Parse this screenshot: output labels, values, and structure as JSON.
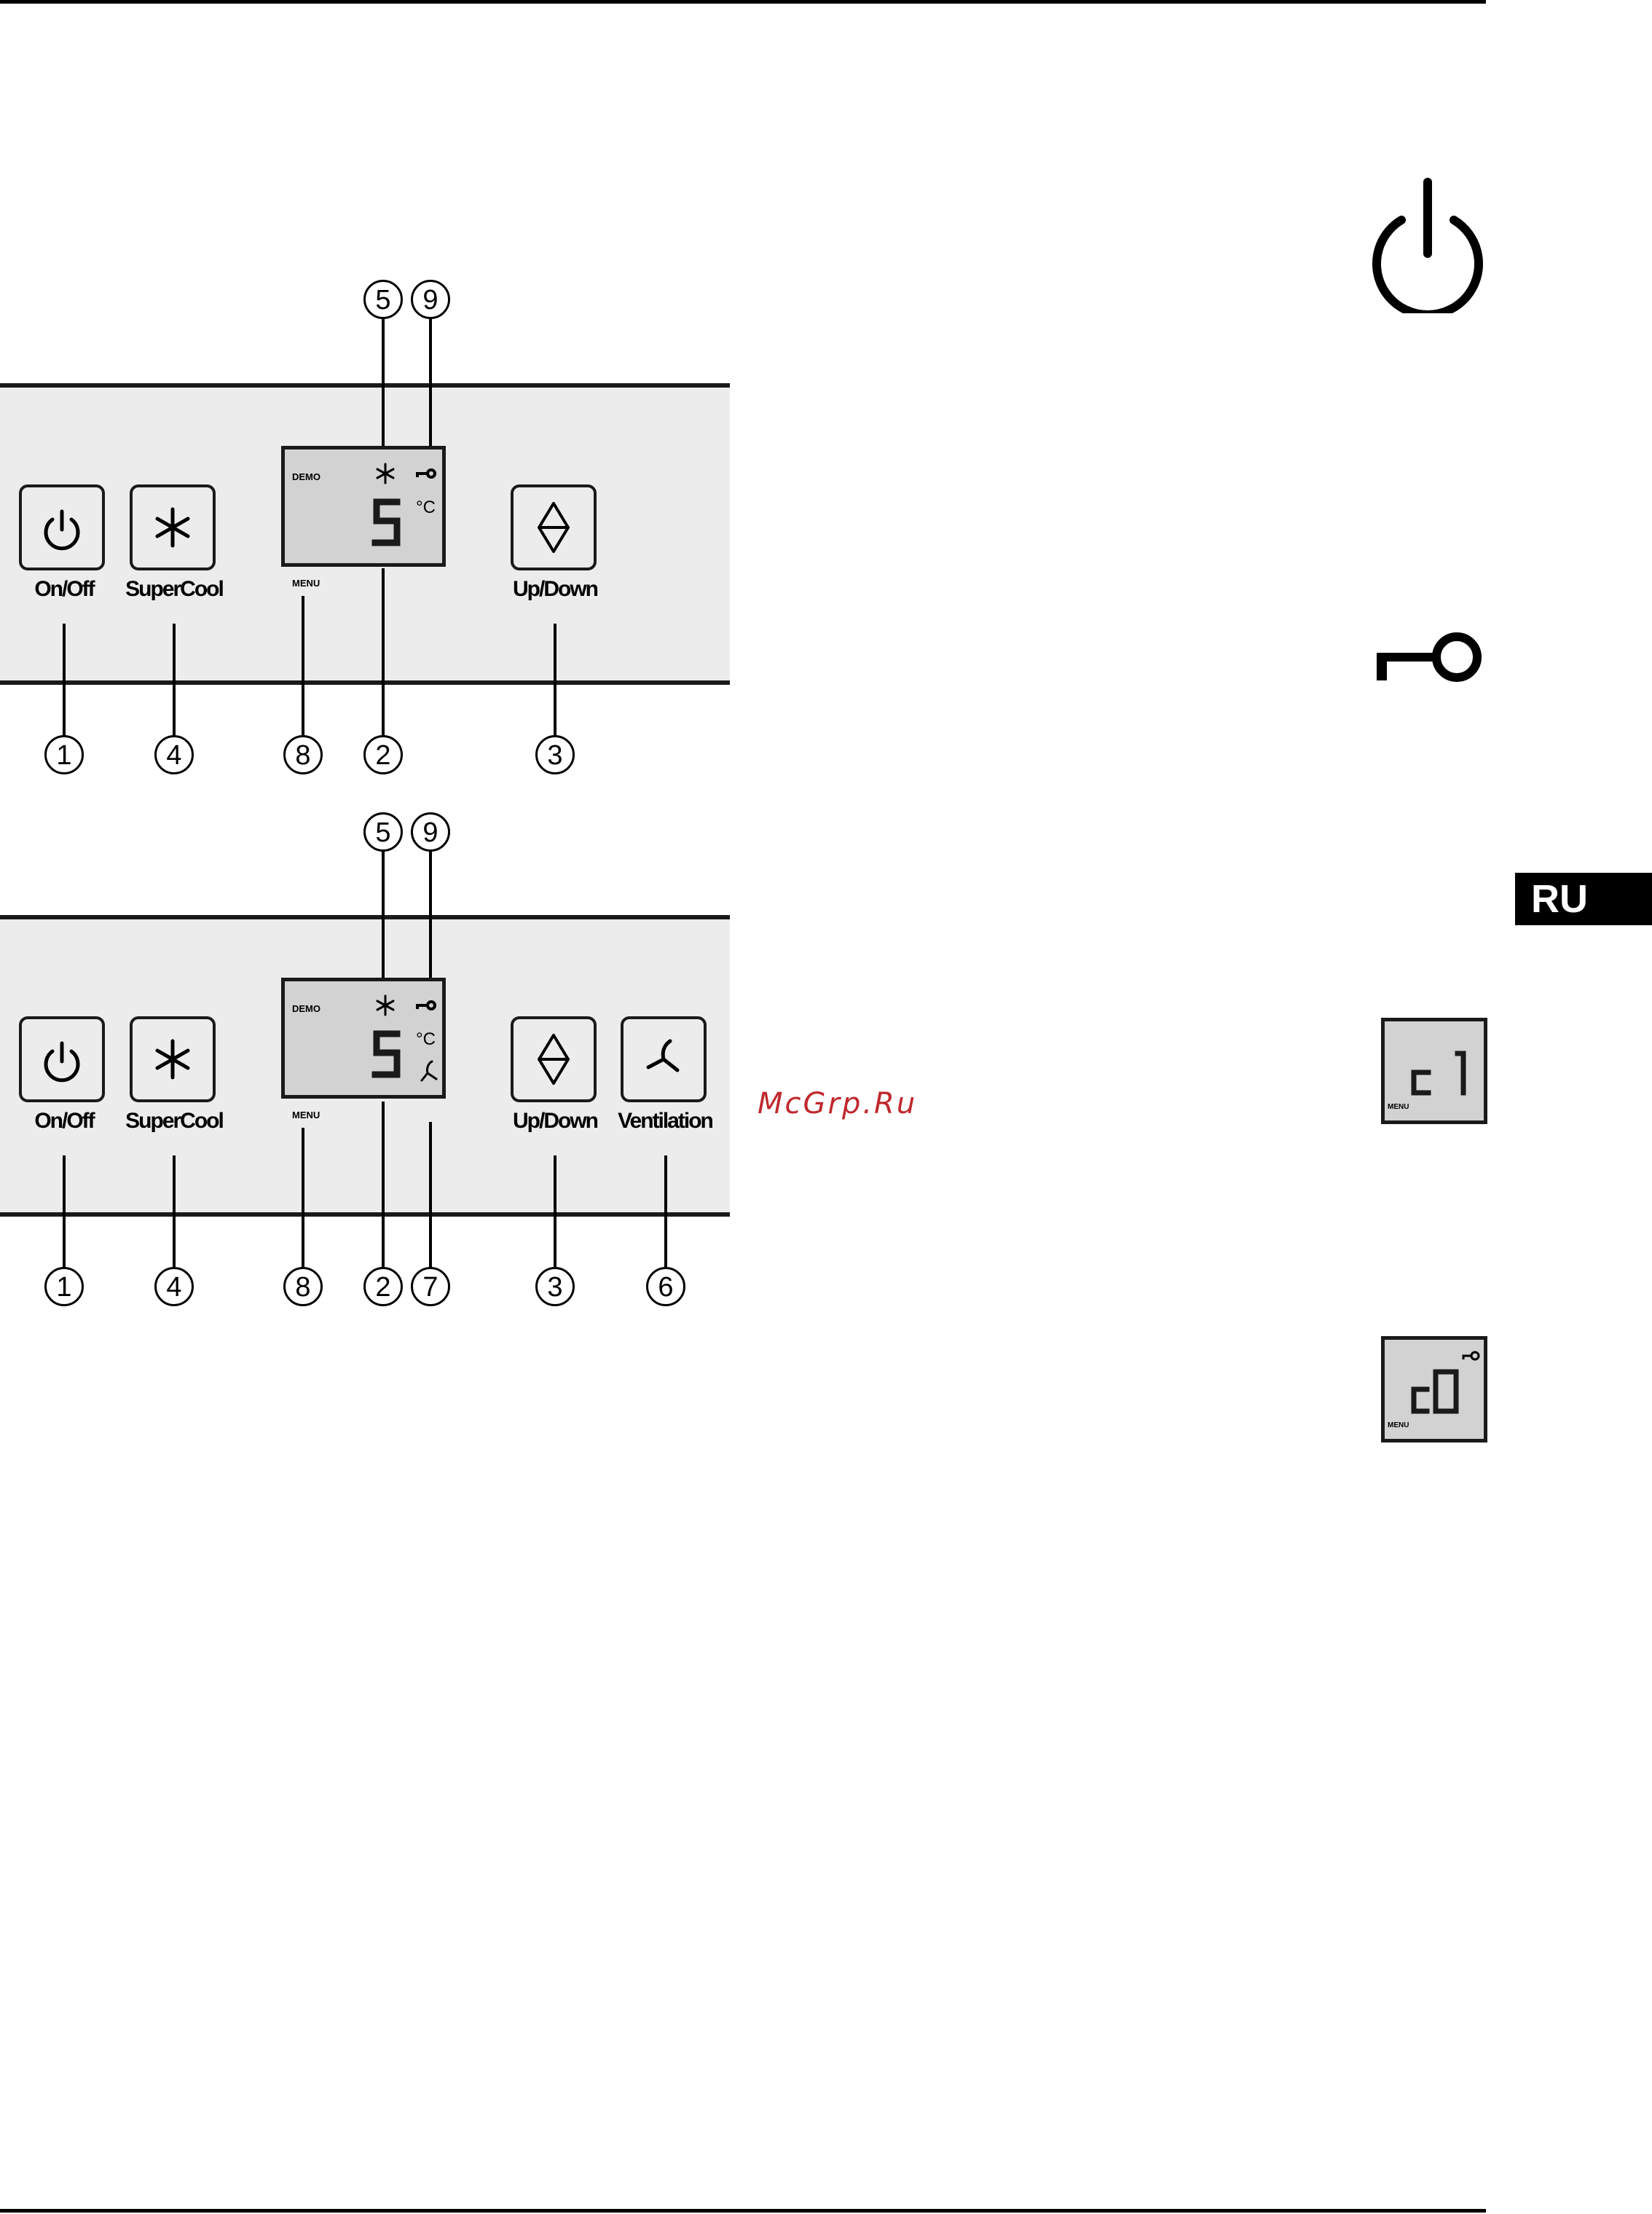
{
  "panel_a": {
    "buttons": {
      "on_off": "On/Off",
      "supercool": "SuperCool",
      "up_down": "Up/Down"
    },
    "display": {
      "demo": "DEMO",
      "menu": "MENU",
      "temperature": "5",
      "unit": "°C"
    },
    "callouts": [
      "5",
      "9",
      "1",
      "4",
      "8",
      "2",
      "3"
    ]
  },
  "panel_b": {
    "buttons": {
      "on_off": "On/Off",
      "supercool": "SuperCool",
      "up_down": "Up/Down",
      "ventilation": "Ventilation"
    },
    "display": {
      "demo": "DEMO",
      "menu": "MENU",
      "temperature": "5",
      "unit": "°C"
    },
    "callouts": [
      "5",
      "9",
      "1",
      "4",
      "8",
      "2",
      "7",
      "3",
      "6"
    ]
  },
  "sidebar": {
    "language_badge": "RU",
    "icons": [
      "power-icon",
      "key-lock-icon",
      "lcd-c1-icon",
      "lcd-c0-icon"
    ],
    "lcd_c1": {
      "text": "c 1",
      "menu": "MENU"
    },
    "lcd_c0": {
      "text": "c0",
      "menu": "MENU"
    }
  },
  "watermark": "McGrp.Ru"
}
